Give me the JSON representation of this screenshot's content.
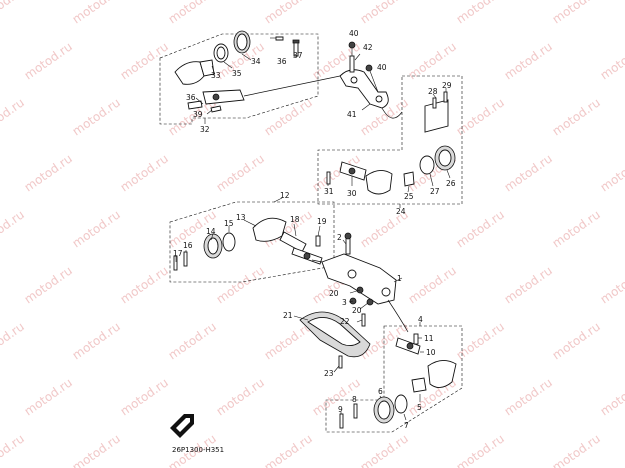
{
  "watermark": "motod.ru",
  "diagram_code": "26P1300-H351",
  "callouts": [
    {
      "id": "c1",
      "label": "1"
    },
    {
      "id": "c2",
      "label": "2"
    },
    {
      "id": "c3",
      "label": "3"
    },
    {
      "id": "c4",
      "label": "4"
    },
    {
      "id": "c5",
      "label": "5"
    },
    {
      "id": "c6",
      "label": "6"
    },
    {
      "id": "c7",
      "label": "7"
    },
    {
      "id": "c8",
      "label": "8"
    },
    {
      "id": "c9",
      "label": "9"
    },
    {
      "id": "c10",
      "label": "10"
    },
    {
      "id": "c11",
      "label": "11"
    },
    {
      "id": "c12",
      "label": "12"
    },
    {
      "id": "c13",
      "label": "13"
    },
    {
      "id": "c14",
      "label": "14"
    },
    {
      "id": "c15",
      "label": "15"
    },
    {
      "id": "c16",
      "label": "16"
    },
    {
      "id": "c17",
      "label": "17"
    },
    {
      "id": "c18",
      "label": "18"
    },
    {
      "id": "c19",
      "label": "19"
    },
    {
      "id": "c20a",
      "label": "20"
    },
    {
      "id": "c20b",
      "label": "20"
    },
    {
      "id": "c21",
      "label": "21"
    },
    {
      "id": "c22",
      "label": "22"
    },
    {
      "id": "c23",
      "label": "23"
    },
    {
      "id": "c24",
      "label": "24"
    },
    {
      "id": "c25",
      "label": "25"
    },
    {
      "id": "c26",
      "label": "26"
    },
    {
      "id": "c27",
      "label": "27"
    },
    {
      "id": "c28",
      "label": "28"
    },
    {
      "id": "c29",
      "label": "29"
    },
    {
      "id": "c30",
      "label": "30"
    },
    {
      "id": "c31",
      "label": "31"
    },
    {
      "id": "c32",
      "label": "32"
    },
    {
      "id": "c33",
      "label": "33"
    },
    {
      "id": "c34",
      "label": "34"
    },
    {
      "id": "c35",
      "label": "35"
    },
    {
      "id": "c36a",
      "label": "36"
    },
    {
      "id": "c36b",
      "label": "36"
    },
    {
      "id": "c37",
      "label": "37"
    },
    {
      "id": "c39",
      "label": "39"
    },
    {
      "id": "c40a",
      "label": "40"
    },
    {
      "id": "c40b",
      "label": "40"
    },
    {
      "id": "c41",
      "label": "41"
    },
    {
      "id": "c42",
      "label": "42"
    }
  ]
}
